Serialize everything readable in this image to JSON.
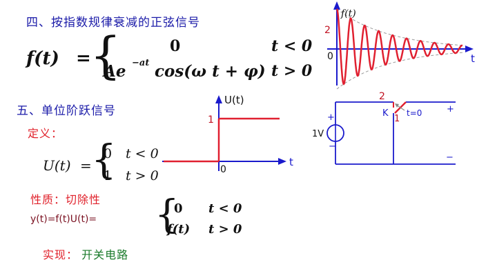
{
  "section4": {
    "heading": "四、按指数规律衰减的正弦信号",
    "formula": {
      "lhs": "f(t)",
      "eq": "=",
      "case1_value": "0",
      "case1_cond": "t < 0",
      "case2_A": "Ae",
      "case2_exp": "−at",
      "case2_cos": "cos(ω t + φ)",
      "case2_cond": "t > 0"
    },
    "graph": {
      "y_label": "f(t)",
      "x_label": "t",
      "tick_2": "2",
      "tick_0": "0",
      "wave_color": "#e02030",
      "axis_color": "#1a1acc"
    }
  },
  "section5": {
    "heading": "五、单位阶跃信号",
    "step_graph": {
      "y_label": "U(t)",
      "x_label": "t",
      "tick_1": "1",
      "tick_0": "0",
      "step_color": "#e02030",
      "axis_color": "#1a1acc"
    },
    "circuit": {
      "source_label": "1V",
      "plus_left": "+",
      "minus_left": "−",
      "switch_label": "K",
      "contact_2": "2",
      "contact_1": "1",
      "time_label": "t=0",
      "plus_right": "+",
      "minus_right": "−"
    },
    "definition_label": "定义：",
    "definition": {
      "lhs": "U(t)",
      "eq": "=",
      "case1_value": "0",
      "case1_cond": "t < 0",
      "case2_value": "1",
      "case2_cond": "t > 0"
    },
    "property_label": "性质：切除性",
    "property": {
      "lhs": "y(t)=f(t)U(t)=",
      "case1_value": "0",
      "case1_cond": "t < 0",
      "case2_value": "f(t)",
      "case2_cond": "t > 0"
    },
    "realization_label": "实现：",
    "realization_text": "开关电路"
  }
}
